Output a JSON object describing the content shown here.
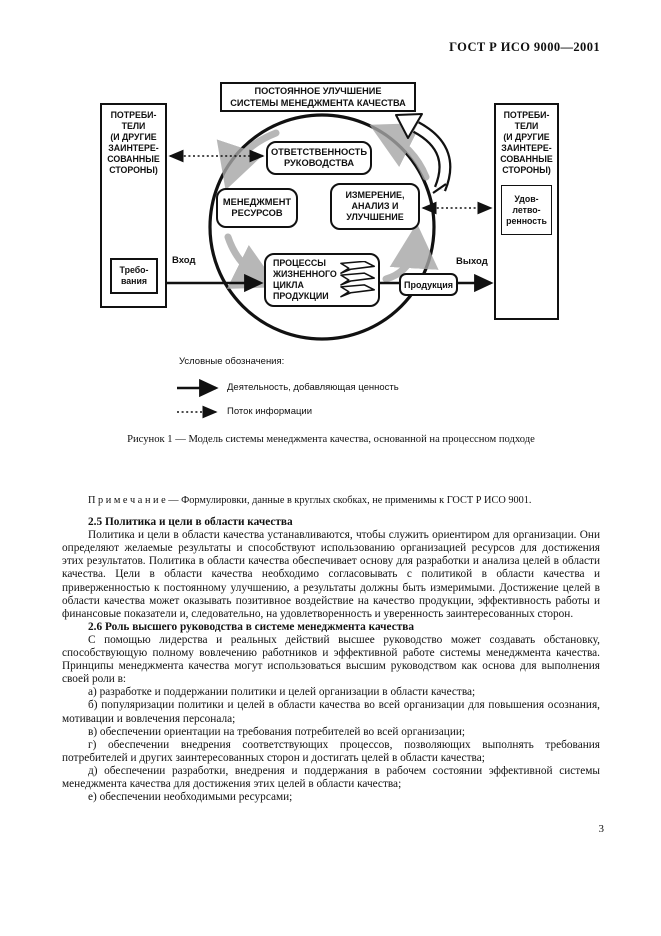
{
  "colors": {
    "ink": "#111111",
    "gray_arrow": "#a6a6a6",
    "paper": "#ffffff"
  },
  "header": {
    "doc_code": "ГОСТ Р ИСО 9000—2001"
  },
  "figure": {
    "top_box": "ПОСТОЯННОЕ УЛУЧШЕНИЕ\nСИСТЕМЫ МЕНЕДЖМЕНТА КАЧЕСТВА",
    "left_box": "ПОТРЕБИ-\nТЕЛИ\n(И ДРУГИЕ\nЗАИНТЕРЕ-\nСОВАННЫЕ\nСТОРОНЫ)",
    "right_box": "ПОТРЕБИ-\nТЕЛИ\n(И ДРУГИЕ\nЗАИНТЕРЕ-\nСОВАННЫЕ\nСТОРОНЫ)",
    "requirements_box": "Требо-\nвания",
    "satisfaction_box": "Удов-\nлетво-\nренность",
    "management_responsibility_box": "ОТВЕТСТВЕННОСТЬ\nРУКОВОДСТВА",
    "resource_management_box": "МЕНЕДЖМЕНТ\nРЕСУРСОВ",
    "measurement_box": "ИЗМЕРЕНИЕ,\nАНАЛИЗ И\nУЛУЧШЕНИЕ",
    "product_processes_box": "ПРОЦЕССЫ\nЖИЗНЕННОГО\nЦИКЛА\nПРОДУКЦИИ",
    "product_box": "Продукция",
    "input_label": "Вход",
    "output_label": "Выход",
    "icons": {
      "solid_arrow": "value-adding activity arrow (solid line, filled head)",
      "dotted_arrow": "information flow arrow (dotted line, filled head)",
      "improvement_arrow": "hollow curved arrow toward continual improvement",
      "cycle_arrows": "gray curved circulation arrows",
      "process_chevrons": "three stacked right-pointing banner chevrons"
    },
    "legend": {
      "title": "Условные обозначения:",
      "solid_arrow_label": "Деятельность, добавляющая ценность",
      "dotted_arrow_label": "Поток информации"
    },
    "caption": "Рисунок 1 — Модель системы менеджмента качества, основанной на процессном подходе"
  },
  "body": {
    "note": "П р и м е ч а н и е — Формулировки, данные в круглых скобках, не применимы к ГОСТ Р ИСО 9001.",
    "section_2_5_heading": "2.5 Политика и цели в области качества",
    "section_2_5_text": "Политика и цели в области качества устанавливаются, чтобы служить ориентиром для организации. Они определяют желаемые результаты и способствуют использованию организацией ресурсов для достижения этих результатов. Политика в области качества обеспечивает основу для разработки и анализа целей в области качества. Цели в области качества необходимо согласовывать с политикой в области качества и приверженностью к постоянному улучшению, а результаты должны быть измеримыми. Достижение целей в области качества может оказывать позитивное воздействие на качество продукции, эффективность работы и финансовые показатели и, следовательно, на удовлетворенность и уверенность заинтересованных сторон.",
    "section_2_6_heading": "2.6 Роль высшего руководства в системе менеджмента качества",
    "section_2_6_text": "С помощью лидерства и реальных действий высшее руководство может создавать обстановку, способствующую полному вовлечению работников и эффективной работе системы менеджмента качества. Принципы менеджмента качества могут использоваться высшим руководством как основа для выполнения своей роли в:",
    "list": [
      "а) разработке и поддержании политики и целей организации в области качества;",
      "б) популяризации политики и целей в области качества во всей организации для повышения осознания, мотивации и вовлечения персонала;",
      "в) обеспечении ориентации на требования потребителей во всей организации;",
      "г) обеспечении внедрения соответствующих процессов, позволяющих выполнять требования потребителей и других заинтересованных сторон и достигать целей в области качества;",
      "д) обеспечении разработки, внедрения и поддержания в рабочем состоянии эффективной системы менеджмента качества для достижения этих целей в области качества;",
      "е) обеспечении необходимыми ресурсами;"
    ],
    "page_number": "3"
  }
}
